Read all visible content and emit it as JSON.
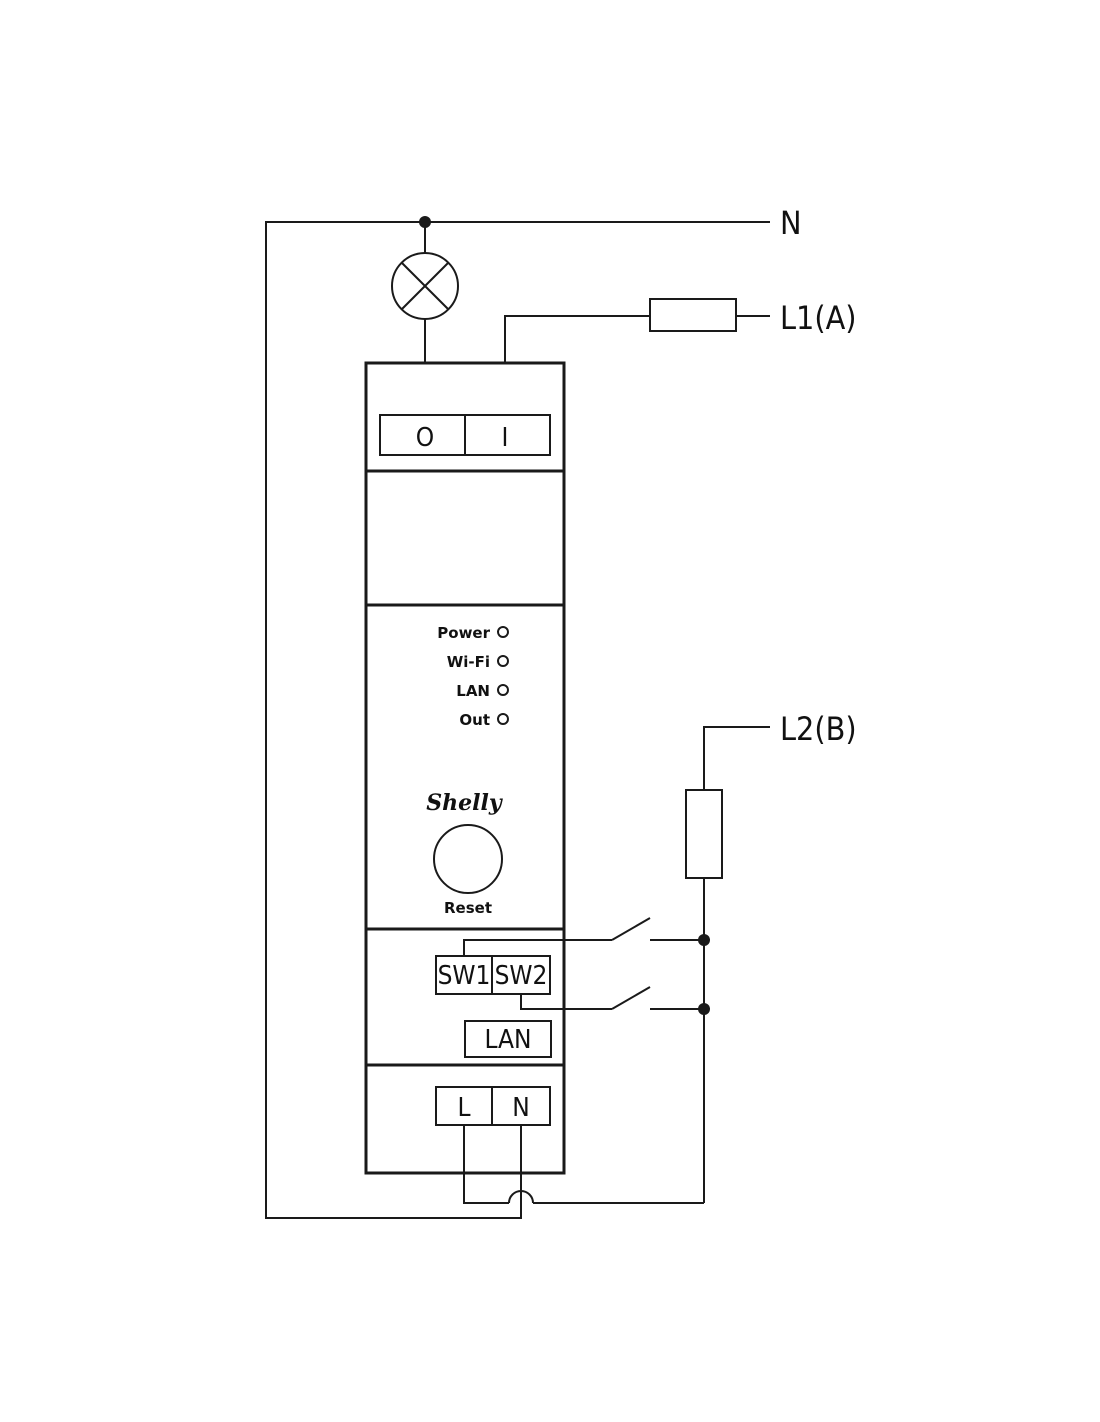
{
  "supply": {
    "neutral_label": "N",
    "line1_label": "L1(A)",
    "line2_label": "L2(B)"
  },
  "device": {
    "output_terminals": [
      "O",
      "I"
    ],
    "leds": [
      "Power",
      "Wi-Fi",
      "LAN",
      "Out"
    ],
    "brand": "Shelly",
    "reset_label": "Reset",
    "switch_terminals": [
      "SW1",
      "SW2"
    ],
    "lan_port": "LAN",
    "power_terminals": [
      "L",
      "N"
    ]
  }
}
